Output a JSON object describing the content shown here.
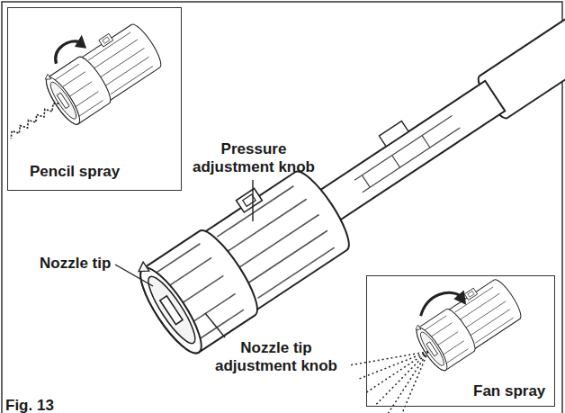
{
  "diagram": {
    "nodes": [
      {
        "text": [
          "Pencil spray"
        ]
      },
      {
        "text": [
          "Fan spray"
        ]
      }
    ],
    "labels": [
      "Pressure adjustment knob",
      "Nozzle tip",
      "Nozzle tip adjustment knob",
      "Fig. 13"
    ]
  }
}
